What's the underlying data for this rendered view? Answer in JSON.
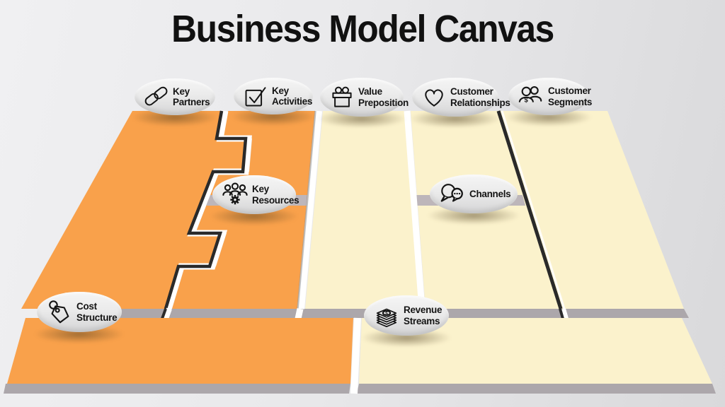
{
  "title": "Business Model Canvas",
  "colors": {
    "orange": "#F9A14B",
    "cream": "#FBF2CC",
    "strip": "#ACA7AB",
    "band": "#BDB6BA",
    "badge1": "#F5F5F5",
    "badge2": "#D5D5D6",
    "shadow": "#2A2A2A",
    "gap_white": "#FFFFFF",
    "bg1": "#F0F0F2",
    "bg2": "#D9D9DB",
    "text": "#111111"
  },
  "icons": {
    "dollar": "$"
  },
  "badges": [
    {
      "id": "key-partners",
      "icon": "chain-link",
      "lines": [
        "Key",
        "Partners"
      ]
    },
    {
      "id": "key-activities",
      "icon": "checkbox",
      "lines": [
        "Key",
        "Activities"
      ]
    },
    {
      "id": "value-preposition",
      "icon": "gift-box",
      "lines": [
        "Value",
        "Preposition"
      ]
    },
    {
      "id": "customer-relationships",
      "icon": "heart",
      "lines": [
        "Customer",
        "Relationships"
      ]
    },
    {
      "id": "customer-segments",
      "icon": "customers-dollar",
      "lines": [
        "Customer",
        "Segments"
      ]
    },
    {
      "id": "key-resources",
      "icon": "people-gear",
      "lines": [
        "Key",
        "Resources"
      ]
    },
    {
      "id": "channels",
      "icon": "speech-bubbles",
      "lines": [
        "Channels"
      ]
    },
    {
      "id": "cost-structure",
      "icon": "price-tag",
      "lines": [
        "Cost",
        "Structure"
      ]
    },
    {
      "id": "revenue-streams",
      "icon": "cash-stack",
      "lines": [
        "Revenue",
        "Streams"
      ]
    }
  ]
}
